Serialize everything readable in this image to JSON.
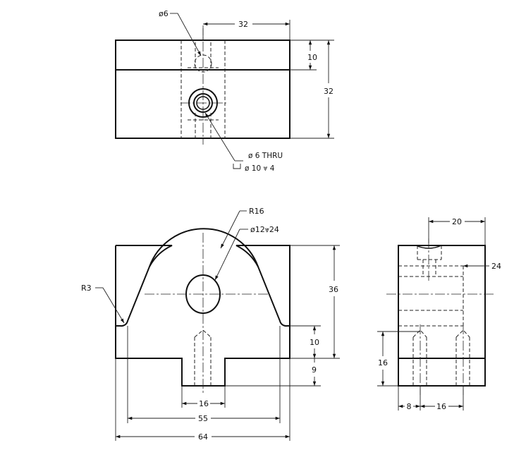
{
  "labels": {
    "top_hole_dia": "ø6",
    "top_width": "32",
    "top_slot_depth": "10",
    "top_height": "32",
    "callout_line1": "ø 6 THRU",
    "callout_line2": "ø 10 ⩔ 4",
    "front_radius": "R16",
    "front_hole": "ø12⩔24",
    "front_fillet": "R3",
    "front_height": "36",
    "front_step": "10",
    "front_slot_depth": "9",
    "front_slot_width": "16",
    "front_inner_width": "55",
    "front_overall_width": "64",
    "side_top_width": "20",
    "side_depth": "24",
    "side_height": "16",
    "side_offset": "8",
    "side_spacing": "16"
  }
}
